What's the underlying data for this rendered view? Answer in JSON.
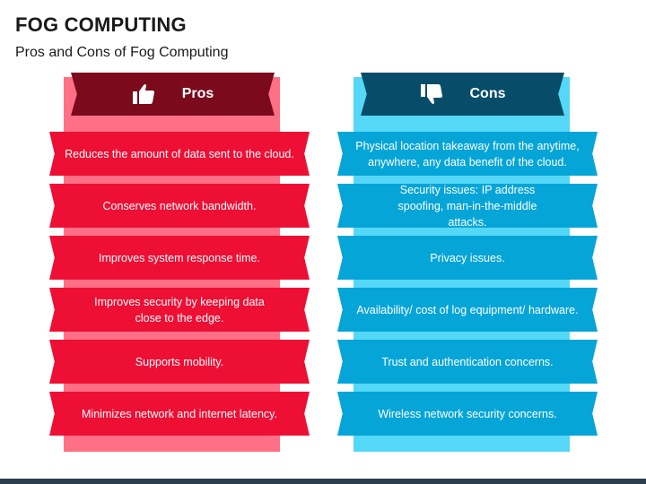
{
  "title": "FOG COMPUTING",
  "subtitle": "Pros and Cons of Fog Computing",
  "colors": {
    "pros_panel": "#ff6f86",
    "pros_header": "#7a0a1c",
    "pros_row": "#ee0f34",
    "cons_panel": "#55d7f7",
    "cons_header": "#074d6a",
    "cons_row": "#06a5d8"
  },
  "pros": {
    "label": "Pros",
    "icon": "thumbs-up-icon",
    "items": [
      "Reduces the amount of data sent to the cloud.",
      "Conserves network bandwidth.",
      "Improves system response time.",
      "Improves security by keeping data close to the edge.",
      "Supports mobility.",
      "Minimizes network and internet latency."
    ]
  },
  "cons": {
    "label": "Cons",
    "icon": "thumbs-down-icon",
    "items": [
      "Physical location takeaway from the anytime, anywhere, any data benefit of the cloud.",
      "Security issues: IP address spoofing, man-in-the-middle attacks.",
      "Privacy issues.",
      "Availability/ cost of log equipment/ hardware.",
      "Trust and authentication concerns.",
      "Wireless network security concerns."
    ]
  }
}
